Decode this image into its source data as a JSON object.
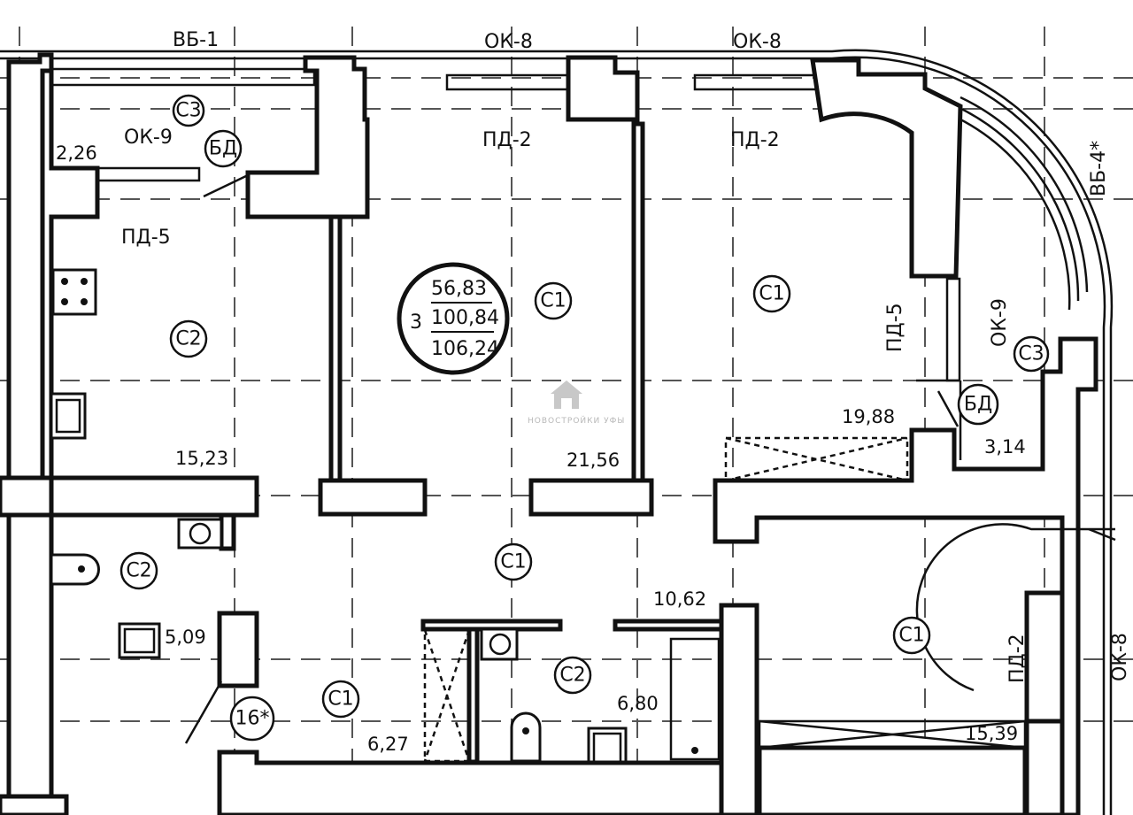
{
  "labels": {
    "vb1": "ВБ-1",
    "ok8_a": "ОК-8",
    "ok8_b": "ОК-8",
    "ok8_c": "ОК-8",
    "ok9_a": "ОК-9",
    "ok9_b": "ОК-9",
    "vb4": "ВБ-4*",
    "pd2_a": "ПД-2",
    "pd2_b": "ПД-2",
    "pd2_c": "ПД-2",
    "pd5_a": "ПД-5",
    "pd5_b": "ПД-5"
  },
  "tags": {
    "s3_a": "С3",
    "s3_b": "С3",
    "bd_a": "БД",
    "bd_b": "БД",
    "s2_kitchen": "С2",
    "s2_bath": "С2",
    "s2_bath2": "С2",
    "s1_room1": "С1",
    "s1_room2": "С1",
    "s1_hall": "С1",
    "s1_right": "С1",
    "s1_entry": "С1",
    "note16": "16*"
  },
  "areas": {
    "balcony_left": "2,26",
    "kitchen": "15,23",
    "room1": "21,56",
    "room2": "19,88",
    "balcony_right": "3,14",
    "bathroom": "5,09",
    "hall": "10,62",
    "bathroom2": "6,80",
    "entry": "6,27",
    "right_room": "15,39"
  },
  "apartment": {
    "rooms": "3",
    "living_area": "56,83",
    "total_area": "100,84",
    "area_with_balcony": "106,24"
  },
  "watermark": {
    "brand": "НОВОСТРОЙКИ УФЫ"
  }
}
